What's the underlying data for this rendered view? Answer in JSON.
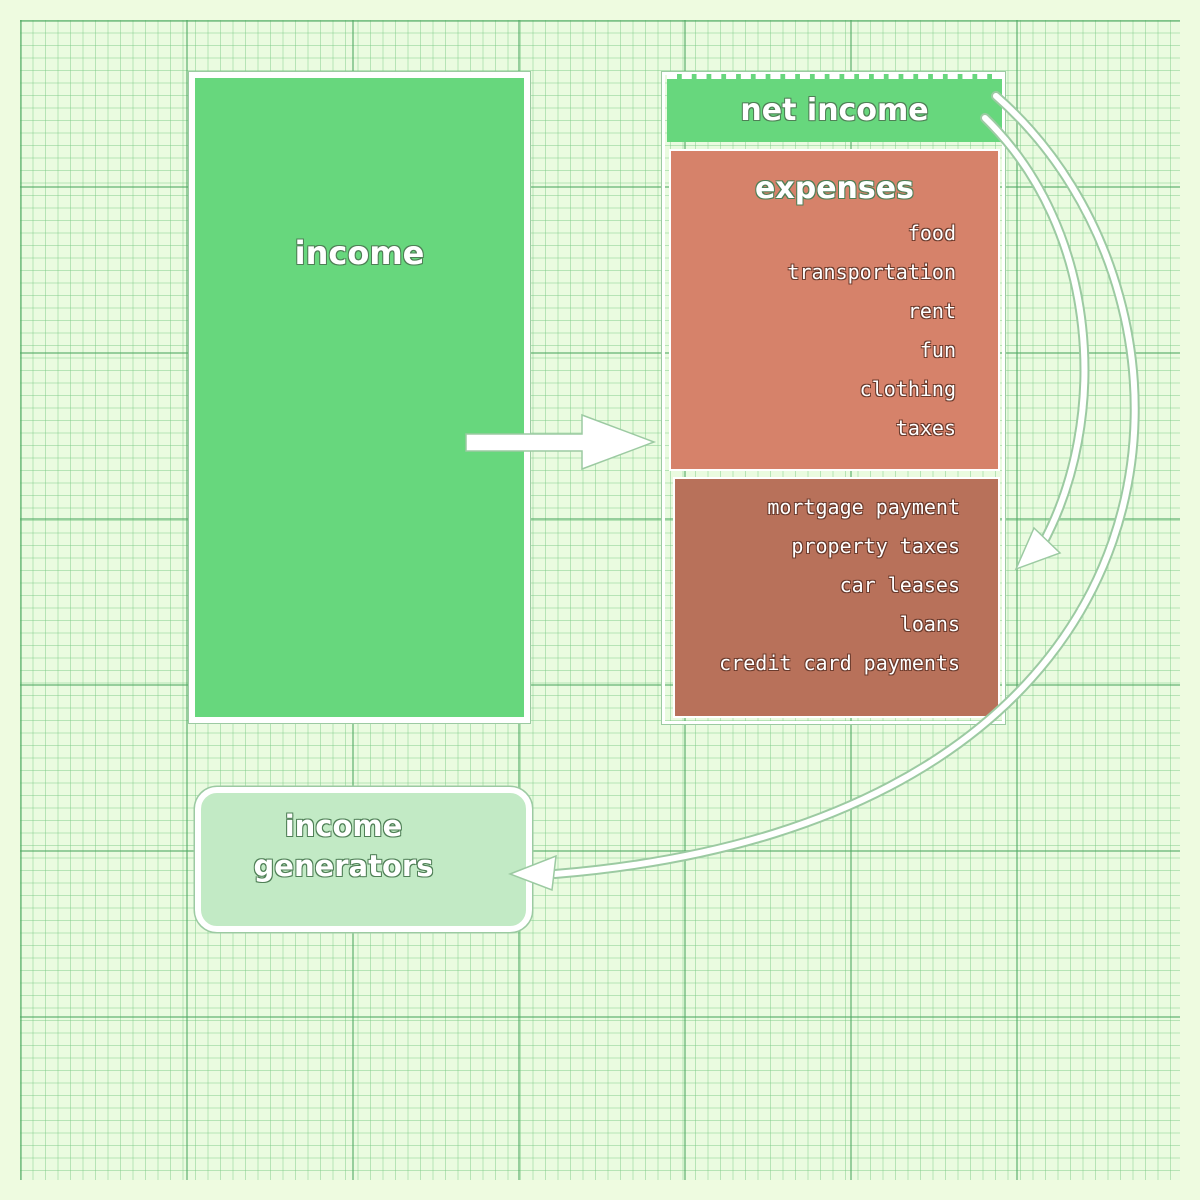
{
  "income": {
    "label": "income"
  },
  "net_income": {
    "label": "net income"
  },
  "expenses": {
    "label": "expenses",
    "items": [
      "food",
      "transportation",
      "rent",
      "fun",
      "clothing",
      "taxes"
    ]
  },
  "debts": {
    "items": [
      "mortgage payment",
      "property taxes",
      "car leases",
      "loans",
      "credit card payments"
    ]
  },
  "generators": {
    "line1": "income",
    "line2": "generators"
  },
  "colors": {
    "background": "#eefbe0",
    "grid": "#8fd09a",
    "income": "#67d77d",
    "expenses": "#d6826a",
    "debts": "#b8715a",
    "generators": "#c2eac5",
    "outline": "#ffffff"
  }
}
